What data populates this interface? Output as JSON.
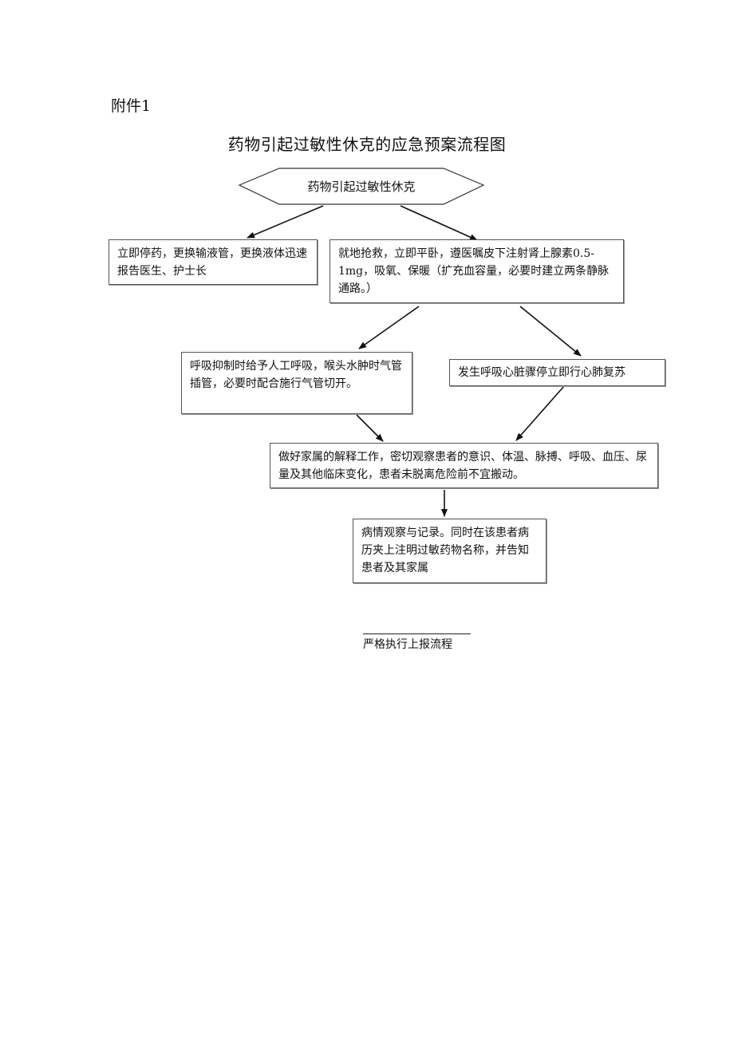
{
  "attachment_label": "附件1",
  "title": "药物引起过敏性休克的应急预案流程图",
  "nodes": {
    "start": "药物引起过敏性休克",
    "stop_drug": "立即停药，更换输液管，更换液体迅速报告医生、护士长",
    "rescue": "就地抢救，立即平卧，遵医嘱皮下注射肾上腺素0.5-1mg，吸氧、保暖（扩充血容量，必要时建立两条静脉通路。）",
    "respiratory": "呼吸抑制时给予人工呼吸，喉头水肿时气管插管，必要时配合施行气管切开。",
    "cpr": "发生呼吸心脏骤停立即行心肺复苏",
    "family": "做好家属的解释工作，密切观察患者的意识、体温、脉搏、呼吸、血压、尿量及其他临床变化，患者未脱离危险前不宜搬动。",
    "record": "病情观察与记录。同时在该患者病历夹上注明过敏药物名称，并告知患者及其家属"
  },
  "footer": "严格执行上报流程"
}
